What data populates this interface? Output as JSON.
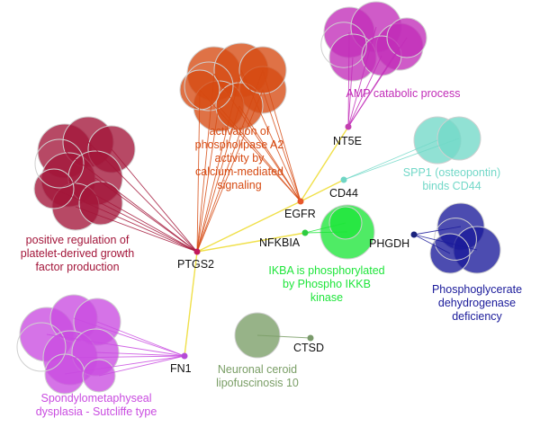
{
  "network": {
    "genes": [
      {
        "id": "PTGS2",
        "label": "PTGS2",
        "color": "#c2185b"
      },
      {
        "id": "EGFR",
        "label": "EGFR",
        "color": "#e8572a"
      },
      {
        "id": "NT5E",
        "label": "NT5E",
        "color": "#c23fb0"
      },
      {
        "id": "CD44",
        "label": "CD44",
        "color": "#6fd6c4"
      },
      {
        "id": "NFKBIA",
        "label": "NFKBIA",
        "color": "#2ecc40"
      },
      {
        "id": "PHGDH",
        "label": "PHGDH",
        "color": "#1a237e"
      },
      {
        "id": "CTSD",
        "label": "CTSD",
        "color": "#7a9a6b"
      },
      {
        "id": "FN1",
        "label": "FN1",
        "color": "#b54bd6"
      }
    ],
    "terms": [
      {
        "id": "t_pla2",
        "lines": [
          "activation of",
          "phospholipase A2",
          "activity by",
          "calcium-mediated",
          "signaling"
        ],
        "color": "#d64a12",
        "genes": [
          "EGFR",
          "PTGS2"
        ]
      },
      {
        "id": "t_amp",
        "lines": [
          "AMP catabolic process"
        ],
        "color": "#c22db8",
        "genes": [
          "NT5E"
        ]
      },
      {
        "id": "t_spp1",
        "lines": [
          "SPP1 (osteopontin)",
          "binds CD44"
        ],
        "color": "#72d8c8",
        "genes": [
          "CD44"
        ]
      },
      {
        "id": "t_pdgf",
        "lines": [
          "positive regulation of",
          "platelet-derived growth",
          "factor production"
        ],
        "color": "#a3163a",
        "genes": [
          "PTGS2"
        ]
      },
      {
        "id": "t_ikba",
        "lines": [
          "IKBA is phosphorylated",
          "by Phospho IKKB",
          "kinase"
        ],
        "color": "#1ee53a",
        "genes": [
          "NFKBIA"
        ]
      },
      {
        "id": "t_phgdh",
        "lines": [
          "Phosphoglycerate",
          "dehydrogenase",
          "deficiency"
        ],
        "color": "#1a1a9a",
        "genes": [
          "PHGDH"
        ]
      },
      {
        "id": "t_ncl",
        "lines": [
          "Neuronal ceroid",
          "lipofuscinosis 10"
        ],
        "color": "#7a9e66",
        "genes": [
          "CTSD"
        ]
      },
      {
        "id": "t_spondylo",
        "lines": [
          "Spondylometaphyseal",
          "dysplasia - Sutcliffe type"
        ],
        "color": "#c94be0",
        "genes": [
          "FN1"
        ]
      }
    ],
    "gene_links": [
      [
        "PTGS2",
        "EGFR"
      ],
      [
        "PTGS2",
        "NFKBIA"
      ],
      [
        "PTGS2",
        "FN1"
      ],
      [
        "EGFR",
        "NT5E"
      ],
      [
        "EGFR",
        "CD44"
      ]
    ],
    "link_color": "#f0e04a"
  }
}
